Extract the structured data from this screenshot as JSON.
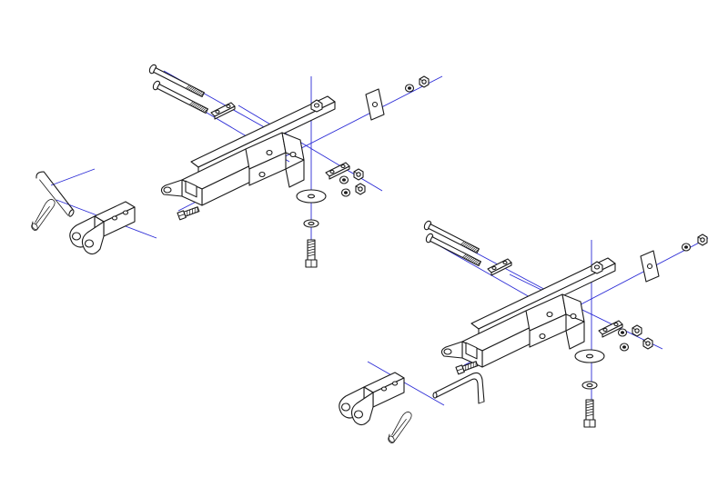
{
  "drawing": {
    "background_color": "#ffffff",
    "line_color": "#1a1a1a",
    "axis_color": "#2b2bd6",
    "assemblies": [
      {
        "id": "upper-left",
        "parts": [
          "receiver-tube",
          "tongue-clevis",
          "hitch-pin",
          "hairpin-clip",
          "carriage-bolt-long",
          "carriage-bolt-long",
          "spacer-plate",
          "square-washer",
          "flat-washer",
          "lock-washer",
          "hex-nut",
          "carriage-bolt-short"
        ]
      },
      {
        "id": "lower-right",
        "parts": [
          "receiver-tube",
          "tongue-clevis",
          "hitch-pin",
          "hairpin-clip",
          "carriage-bolt-long",
          "carriage-bolt-long",
          "spacer-plate",
          "square-washer",
          "flat-washer",
          "lock-washer",
          "hex-nut",
          "carriage-bolt-short"
        ]
      }
    ]
  }
}
